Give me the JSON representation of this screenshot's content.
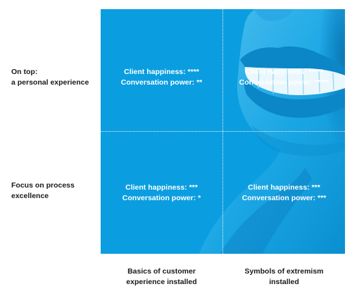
{
  "rows": [
    {
      "line1": "On top:",
      "line2": "a personal experience"
    },
    {
      "line1": "Focus on process",
      "line2": "excellence"
    }
  ],
  "columns": [
    {
      "line1": "Basics of customer",
      "line2": "experience installed"
    },
    {
      "line1": "Symbols of extremism",
      "line2": "installed"
    }
  ],
  "cells": {
    "top_left": {
      "happiness": "Client happiness: ****",
      "power": "Conversation power: **"
    },
    "top_right": {
      "happiness": "Client happiness: *****",
      "power": "Conversation power: *****"
    },
    "bottom_left": {
      "happiness": "Client happiness: ***",
      "power": "Conversation power: *"
    },
    "bottom_right": {
      "happiness": "Client happiness: ***",
      "power": "Conversation power: ***"
    }
  },
  "colors": {
    "matrix_blue": "#0a9ee0",
    "text_dark": "#1a1a1a"
  }
}
